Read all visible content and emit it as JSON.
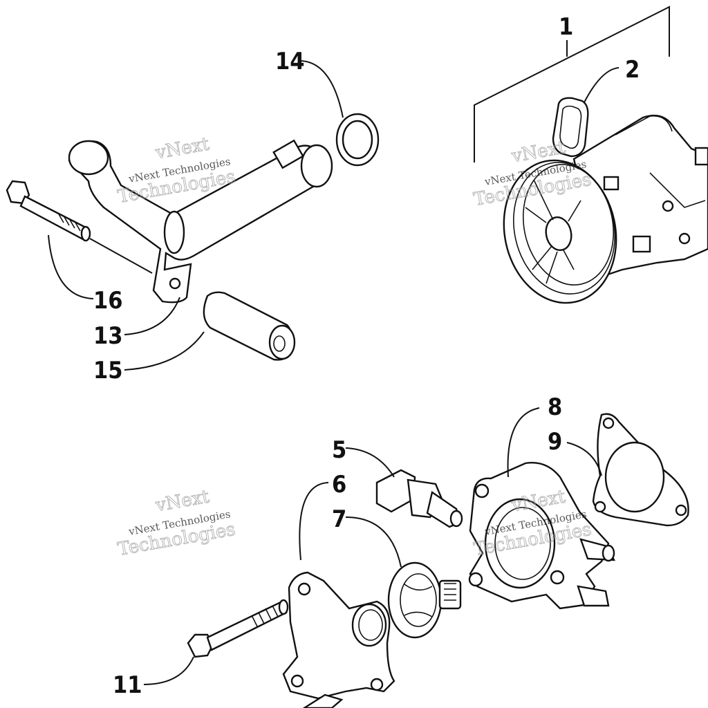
{
  "watermark": {
    "small_text": "vNext Technologies",
    "large_word_1": "vNext",
    "large_word_2": "Technologies"
  },
  "callouts": {
    "c1": "1",
    "c2": "2",
    "c5": "5",
    "c6": "6",
    "c7": "7",
    "c8": "8",
    "c9": "9",
    "c11": "11",
    "c13": "13",
    "c14": "14",
    "c15": "15",
    "c16": "16"
  }
}
